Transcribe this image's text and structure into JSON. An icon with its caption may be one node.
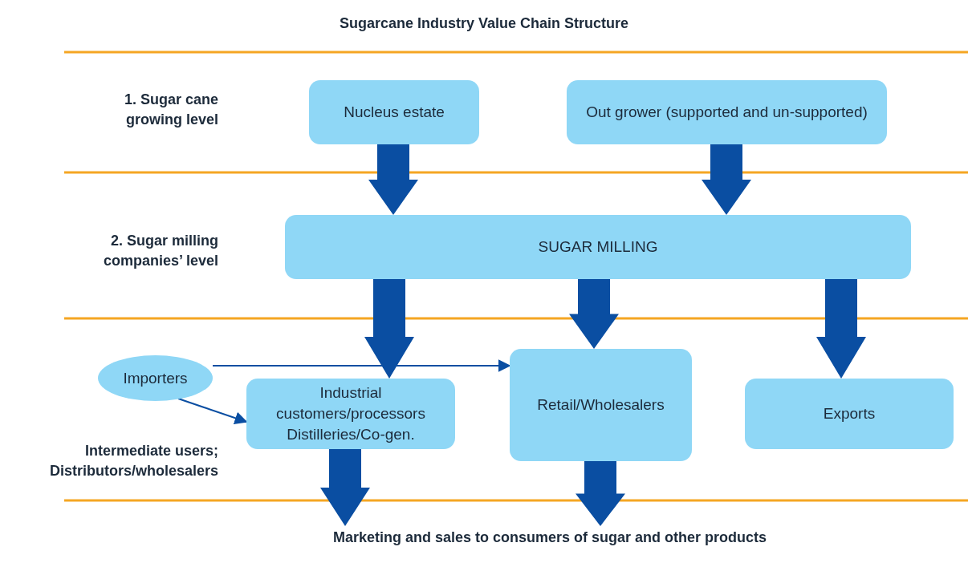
{
  "diagram": {
    "title": "Sugarcane Industry Value Chain Structure",
    "nodes": [
      {
        "text": [
          "Nucleus estate"
        ]
      },
      {
        "text": [
          "Out grower (supported and un-supported)"
        ]
      },
      {
        "text": [
          "SUGAR MILLING"
        ]
      },
      {
        "text": [
          "Importers"
        ]
      },
      {
        "text": [
          "Industrial customers/processors Distilleries/Co-gen."
        ]
      },
      {
        "text": [
          "Retail/Wholesalers"
        ]
      },
      {
        "text": [
          "Exports"
        ]
      },
      {
        "text": [
          "Marketing and sales to consumers of sugar and other products"
        ]
      }
    ],
    "edges": [
      {
        "from": 0,
        "to": 2,
        "arrow": "to",
        "style": "thick"
      },
      {
        "from": 1,
        "to": 2,
        "arrow": "to",
        "style": "thick"
      },
      {
        "from": 2,
        "to": 4,
        "arrow": "to",
        "style": "thick"
      },
      {
        "from": 2,
        "to": 5,
        "arrow": "to",
        "style": "thick"
      },
      {
        "from": 2,
        "to": 6,
        "arrow": "to",
        "style": "thick"
      },
      {
        "from": 3,
        "to": 5,
        "arrow": "to"
      },
      {
        "from": 3,
        "to": 4,
        "arrow": "to"
      },
      {
        "from": 4,
        "to": 7,
        "arrow": "to",
        "style": "thick"
      },
      {
        "from": 5,
        "to": 7,
        "arrow": "to",
        "style": "thick"
      }
    ],
    "labels": [
      "1. Sugar cane growing level",
      "2. Sugar milling companies’ level",
      "Intermediate users; Distributors/wholesalers"
    ]
  }
}
